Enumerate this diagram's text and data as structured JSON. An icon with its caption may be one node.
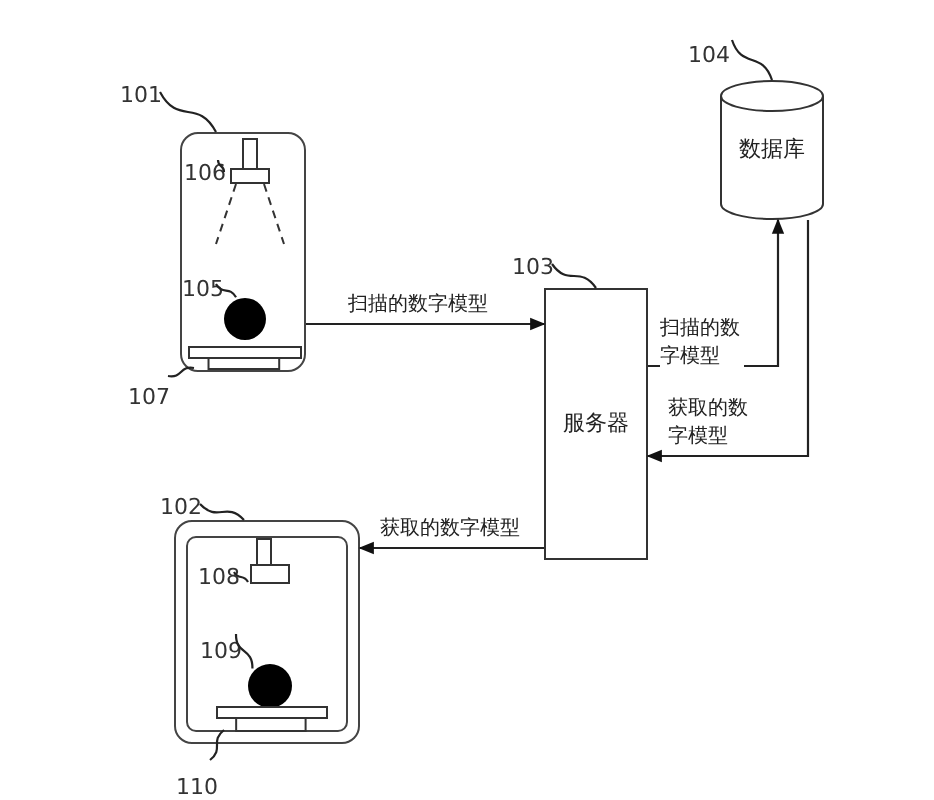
{
  "diagram": {
    "nodes": [
      {
        "text": [],
        "shape": "box"
      },
      {
        "text": [
          "101"
        ]
      },
      {
        "text": [],
        "shape": "box",
        "in": 0
      },
      {
        "text": [
          "106"
        ],
        "in": 0
      },
      {
        "text": [],
        "shape": "circle",
        "in": 0
      },
      {
        "text": [
          "105"
        ],
        "in": 0
      },
      {
        "text": [],
        "shape": "bar",
        "in": 0
      },
      {
        "text": [
          "107"
        ]
      },
      {
        "text": [
          "服务器"
        ]
      },
      {
        "text": [
          "103"
        ]
      },
      {
        "text": [
          "数据库"
        ]
      },
      {
        "text": [
          "104"
        ]
      },
      {
        "text": [],
        "shape": "box"
      },
      {
        "text": [
          "102"
        ]
      },
      {
        "text": [],
        "shape": "box",
        "in": 12
      },
      {
        "text": [
          "108"
        ],
        "in": 12
      },
      {
        "text": [],
        "shape": "circle",
        "in": 12
      },
      {
        "text": [
          "109"
        ],
        "in": 12
      },
      {
        "text": [],
        "shape": "bar",
        "in": 12
      },
      {
        "text": [
          "110"
        ]
      }
    ],
    "edges": [
      {
        "from": 0,
        "to": 8,
        "arrow": "to",
        "label": "扫描的数字模型"
      },
      {
        "from": 8,
        "to": 10,
        "arrow": "to",
        "label": "扫描的数字模型"
      },
      {
        "from": 10,
        "to": 8,
        "arrow": "to",
        "label": "获取的数字模型"
      },
      {
        "from": 8,
        "to": 12,
        "arrow": "to",
        "label": "获取的数字模型"
      },
      {
        "from": 1,
        "to": 0,
        "arrow": "none"
      },
      {
        "from": 3,
        "to": 2,
        "arrow": "none"
      },
      {
        "from": 5,
        "to": 4,
        "arrow": "none"
      },
      {
        "from": 7,
        "to": 6,
        "arrow": "none"
      },
      {
        "from": 9,
        "to": 8,
        "arrow": "none"
      },
      {
        "from": 11,
        "to": 10,
        "arrow": "none"
      },
      {
        "from": 13,
        "to": 12,
        "arrow": "none"
      },
      {
        "from": 15,
        "to": 14,
        "arrow": "none"
      },
      {
        "from": 17,
        "to": 16,
        "arrow": "none"
      },
      {
        "from": 19,
        "to": 18,
        "arrow": "none"
      }
    ]
  }
}
